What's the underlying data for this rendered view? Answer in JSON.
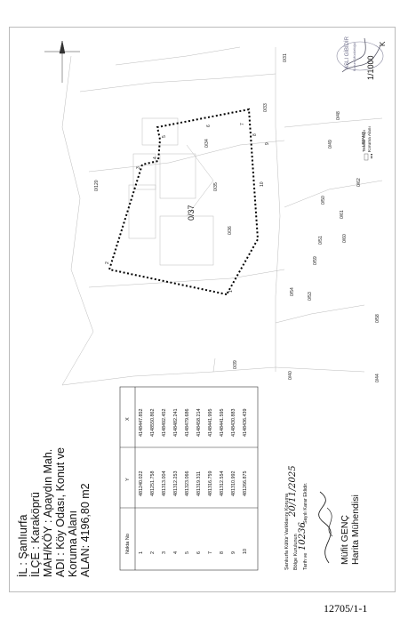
{
  "header": {
    "il": "İL : Şanlıurfa",
    "ilce": "İLÇE : Karaköprü",
    "mahalle": "MAH/KÖY : Apaydın Mah.",
    "adi_1": "ADI : Köy Odası, Konut ve",
    "adi_2": "Koruma Alanı",
    "alan": "ALAN: 4196,80 m2"
  },
  "scale": "1/1000",
  "north_letter": "K",
  "legend": {
    "title": "LEJANT",
    "items": [
      {
        "label": "Koruma Alanı"
      },
      {
        "label": "Tescilli Yapı"
      }
    ]
  },
  "parcels": {
    "main": "0/37",
    "p120": "0/120",
    "p34": "0/34",
    "p35": "0/35",
    "p36": "0/36",
    "p31": "0/31",
    "p33": "0/33",
    "p48": "0/48",
    "p49": "0/49",
    "p62": "0/62",
    "p61": "0/61",
    "p60": "0/60",
    "p59": "0/59",
    "p50": "0/50",
    "p51": "0/51",
    "p53": "0/53",
    "p54": "0/54",
    "p58": "0/58",
    "p39": "0/39",
    "p40": "0/40",
    "p44": "0/44"
  },
  "points": [
    "1",
    "2",
    "3",
    "4",
    "5",
    "6",
    "7",
    "8",
    "9",
    "10"
  ],
  "coord_table": {
    "headers": [
      "Nokta  No",
      "Y",
      "X"
    ],
    "rows": [
      [
        "1",
        "481240.022",
        "4148447.852"
      ],
      [
        "2",
        "481251.758",
        "4148550.862"
      ],
      [
        "3",
        "481313.004",
        "4148492.452"
      ],
      [
        "4",
        "481312.253",
        "4148482.241"
      ],
      [
        "5",
        "481323.066",
        "4148479.686"
      ],
      [
        "6",
        "481319.311",
        "4148458.214"
      ],
      [
        "7",
        "481316.759",
        "4148441.995"
      ],
      [
        "8",
        "481312.554",
        "4148441.595"
      ],
      [
        "9",
        "481310.992",
        "4148430.883"
      ],
      [
        "10",
        "481266.875",
        "4148436.439"
      ]
    ]
  },
  "approval": {
    "line1": "Şanlıurfa Kültür Varlıklarını Koruma",
    "line2_label": "Bölge Kurulunun",
    "line2_date": "20/11/2025",
    "line3_label": "Tarih ve",
    "line3_number": "10236",
    "line3_suffix": "Sayılı Karar Eklidir."
  },
  "signature": {
    "name": "Müfit GENÇ",
    "title": "Harita Mühendisi"
  },
  "stamp": {
    "text": "ASLI GİBİDİR",
    "sub": "Kurum Müdürlüğü"
  },
  "document_number": "12705/1-1"
}
